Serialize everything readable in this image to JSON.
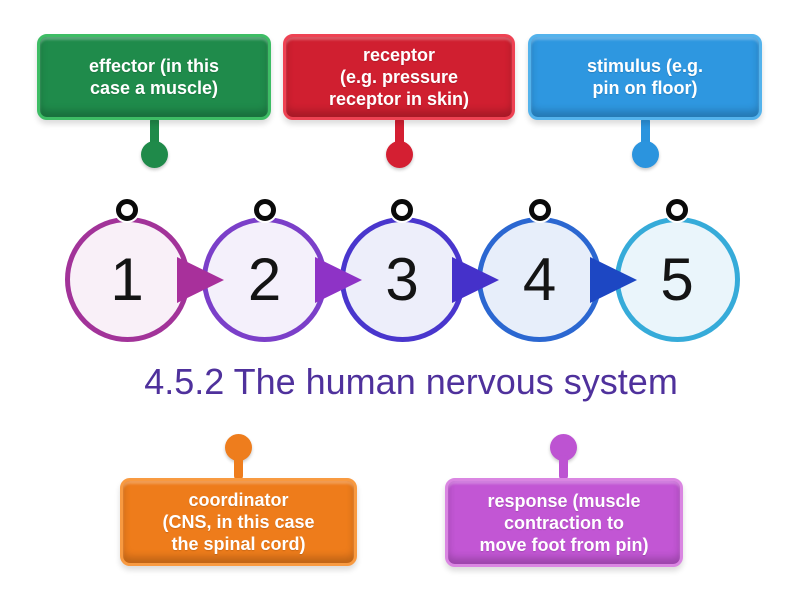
{
  "page": {
    "background": "#ffffff"
  },
  "title": {
    "text": "4.5.2 The human nervous system",
    "color": "#4f319c"
  },
  "cards": {
    "effector": {
      "text": "effector (in this\ncase a muscle)",
      "fill": "#1f8b4b",
      "border": "#3ebd65",
      "pin": "#1f8a4a"
    },
    "receptor": {
      "text": "receptor\n(e.g. pressure\nreceptor in skin)",
      "fill": "#d01f30",
      "border": "#ee4253",
      "pin": "#d41f32"
    },
    "stimulus": {
      "text": "stimulus (e.g.\npin on floor)",
      "fill": "#2e97e0",
      "border": "#54b3ec",
      "pin": "#2b94de"
    },
    "coordinator": {
      "text": "coordinator\n(CNS, in this case\nthe spinal cord)",
      "fill": "#ee7c1b",
      "border": "#f89a41",
      "pin": "#ee7d1d"
    },
    "response": {
      "text": "response (muscle\ncontraction to\nmove foot from pin)",
      "fill": "#c256d4",
      "border": "#da86e2",
      "pin": "#bd53d2"
    }
  },
  "sequence": {
    "ring_color": "#0a0a0a",
    "steps": [
      {
        "number": "1",
        "border": "#a23399",
        "fill": "#f9f0f8",
        "arrow": "#a8309b"
      },
      {
        "number": "2",
        "border": "#7b3fc9",
        "fill": "#f4f0fb",
        "arrow": "#8e33c6"
      },
      {
        "number": "3",
        "border": "#4936cd",
        "fill": "#edeefa",
        "arrow": "#4531ca"
      },
      {
        "number": "4",
        "border": "#2b67d1",
        "fill": "#e7eefa",
        "arrow": "#1d47c3"
      },
      {
        "number": "5",
        "border": "#36abd9",
        "fill": "#eaf5fb",
        "arrow": null
      }
    ]
  }
}
